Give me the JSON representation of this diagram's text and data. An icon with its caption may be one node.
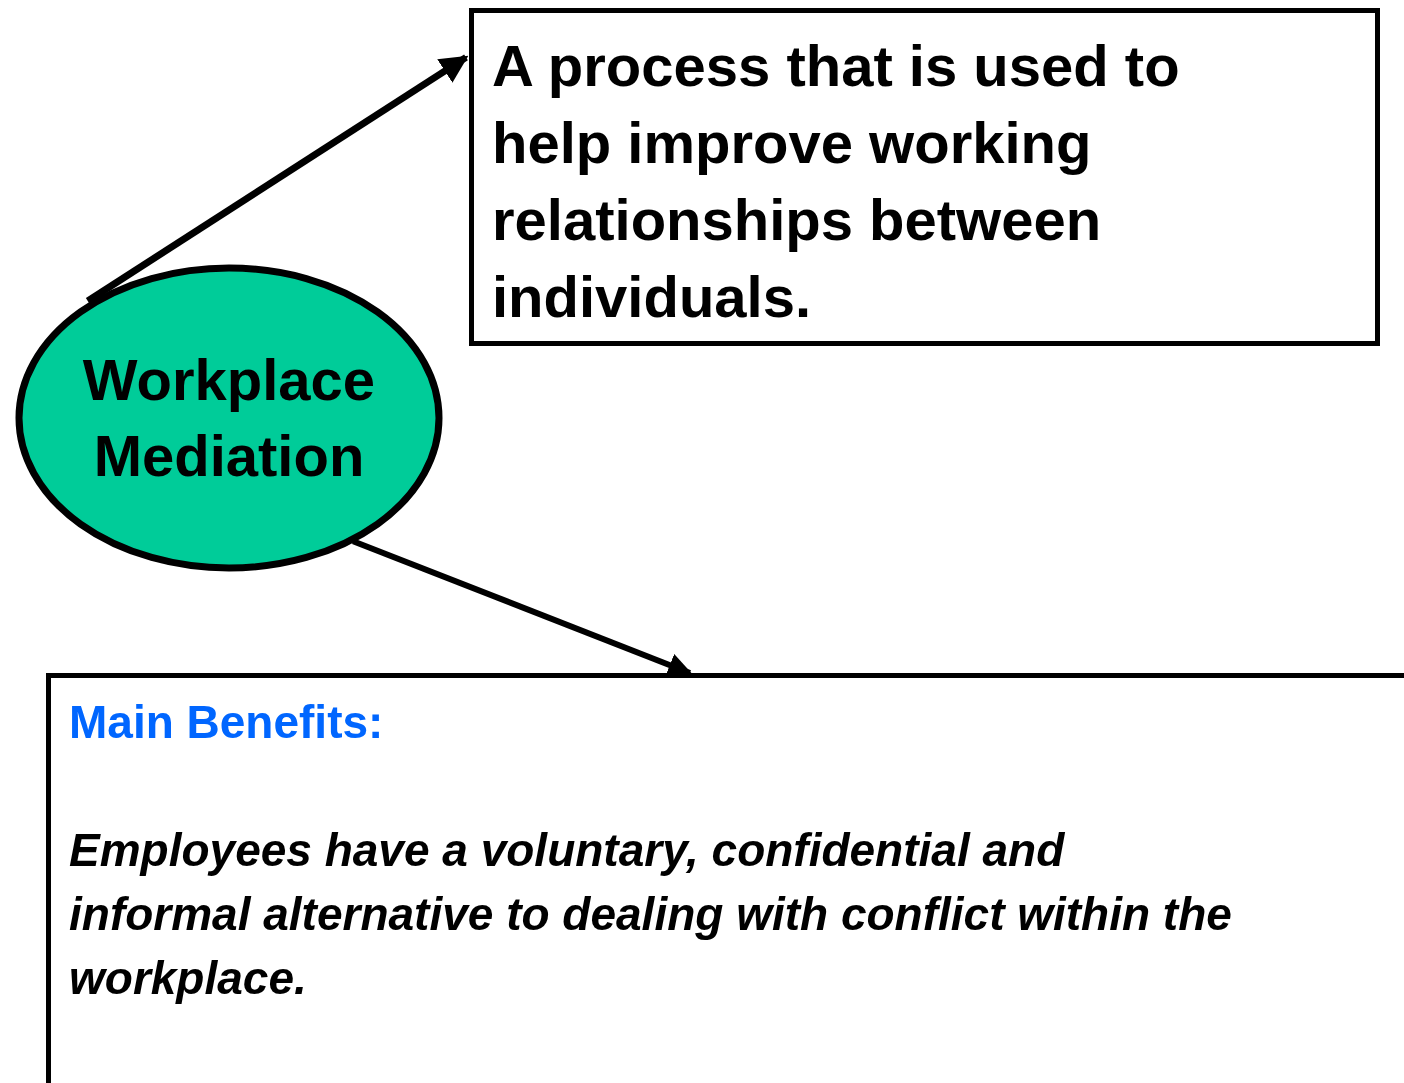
{
  "diagram": {
    "nodes": [
      {
        "text": [
          "Workplace Mediation"
        ]
      },
      {
        "text": [
          "A process that is used to help improve working relationships between individuals."
        ]
      },
      {
        "text": [
          "Main Benefits:",
          "Employees have a voluntary, confidential and informal alternative to dealing with conflict within the workplace."
        ]
      }
    ],
    "edges": [
      {
        "from": 0,
        "to": 1,
        "arrow": "to"
      },
      {
        "from": 0,
        "to": 2,
        "arrow": "to"
      }
    ]
  }
}
